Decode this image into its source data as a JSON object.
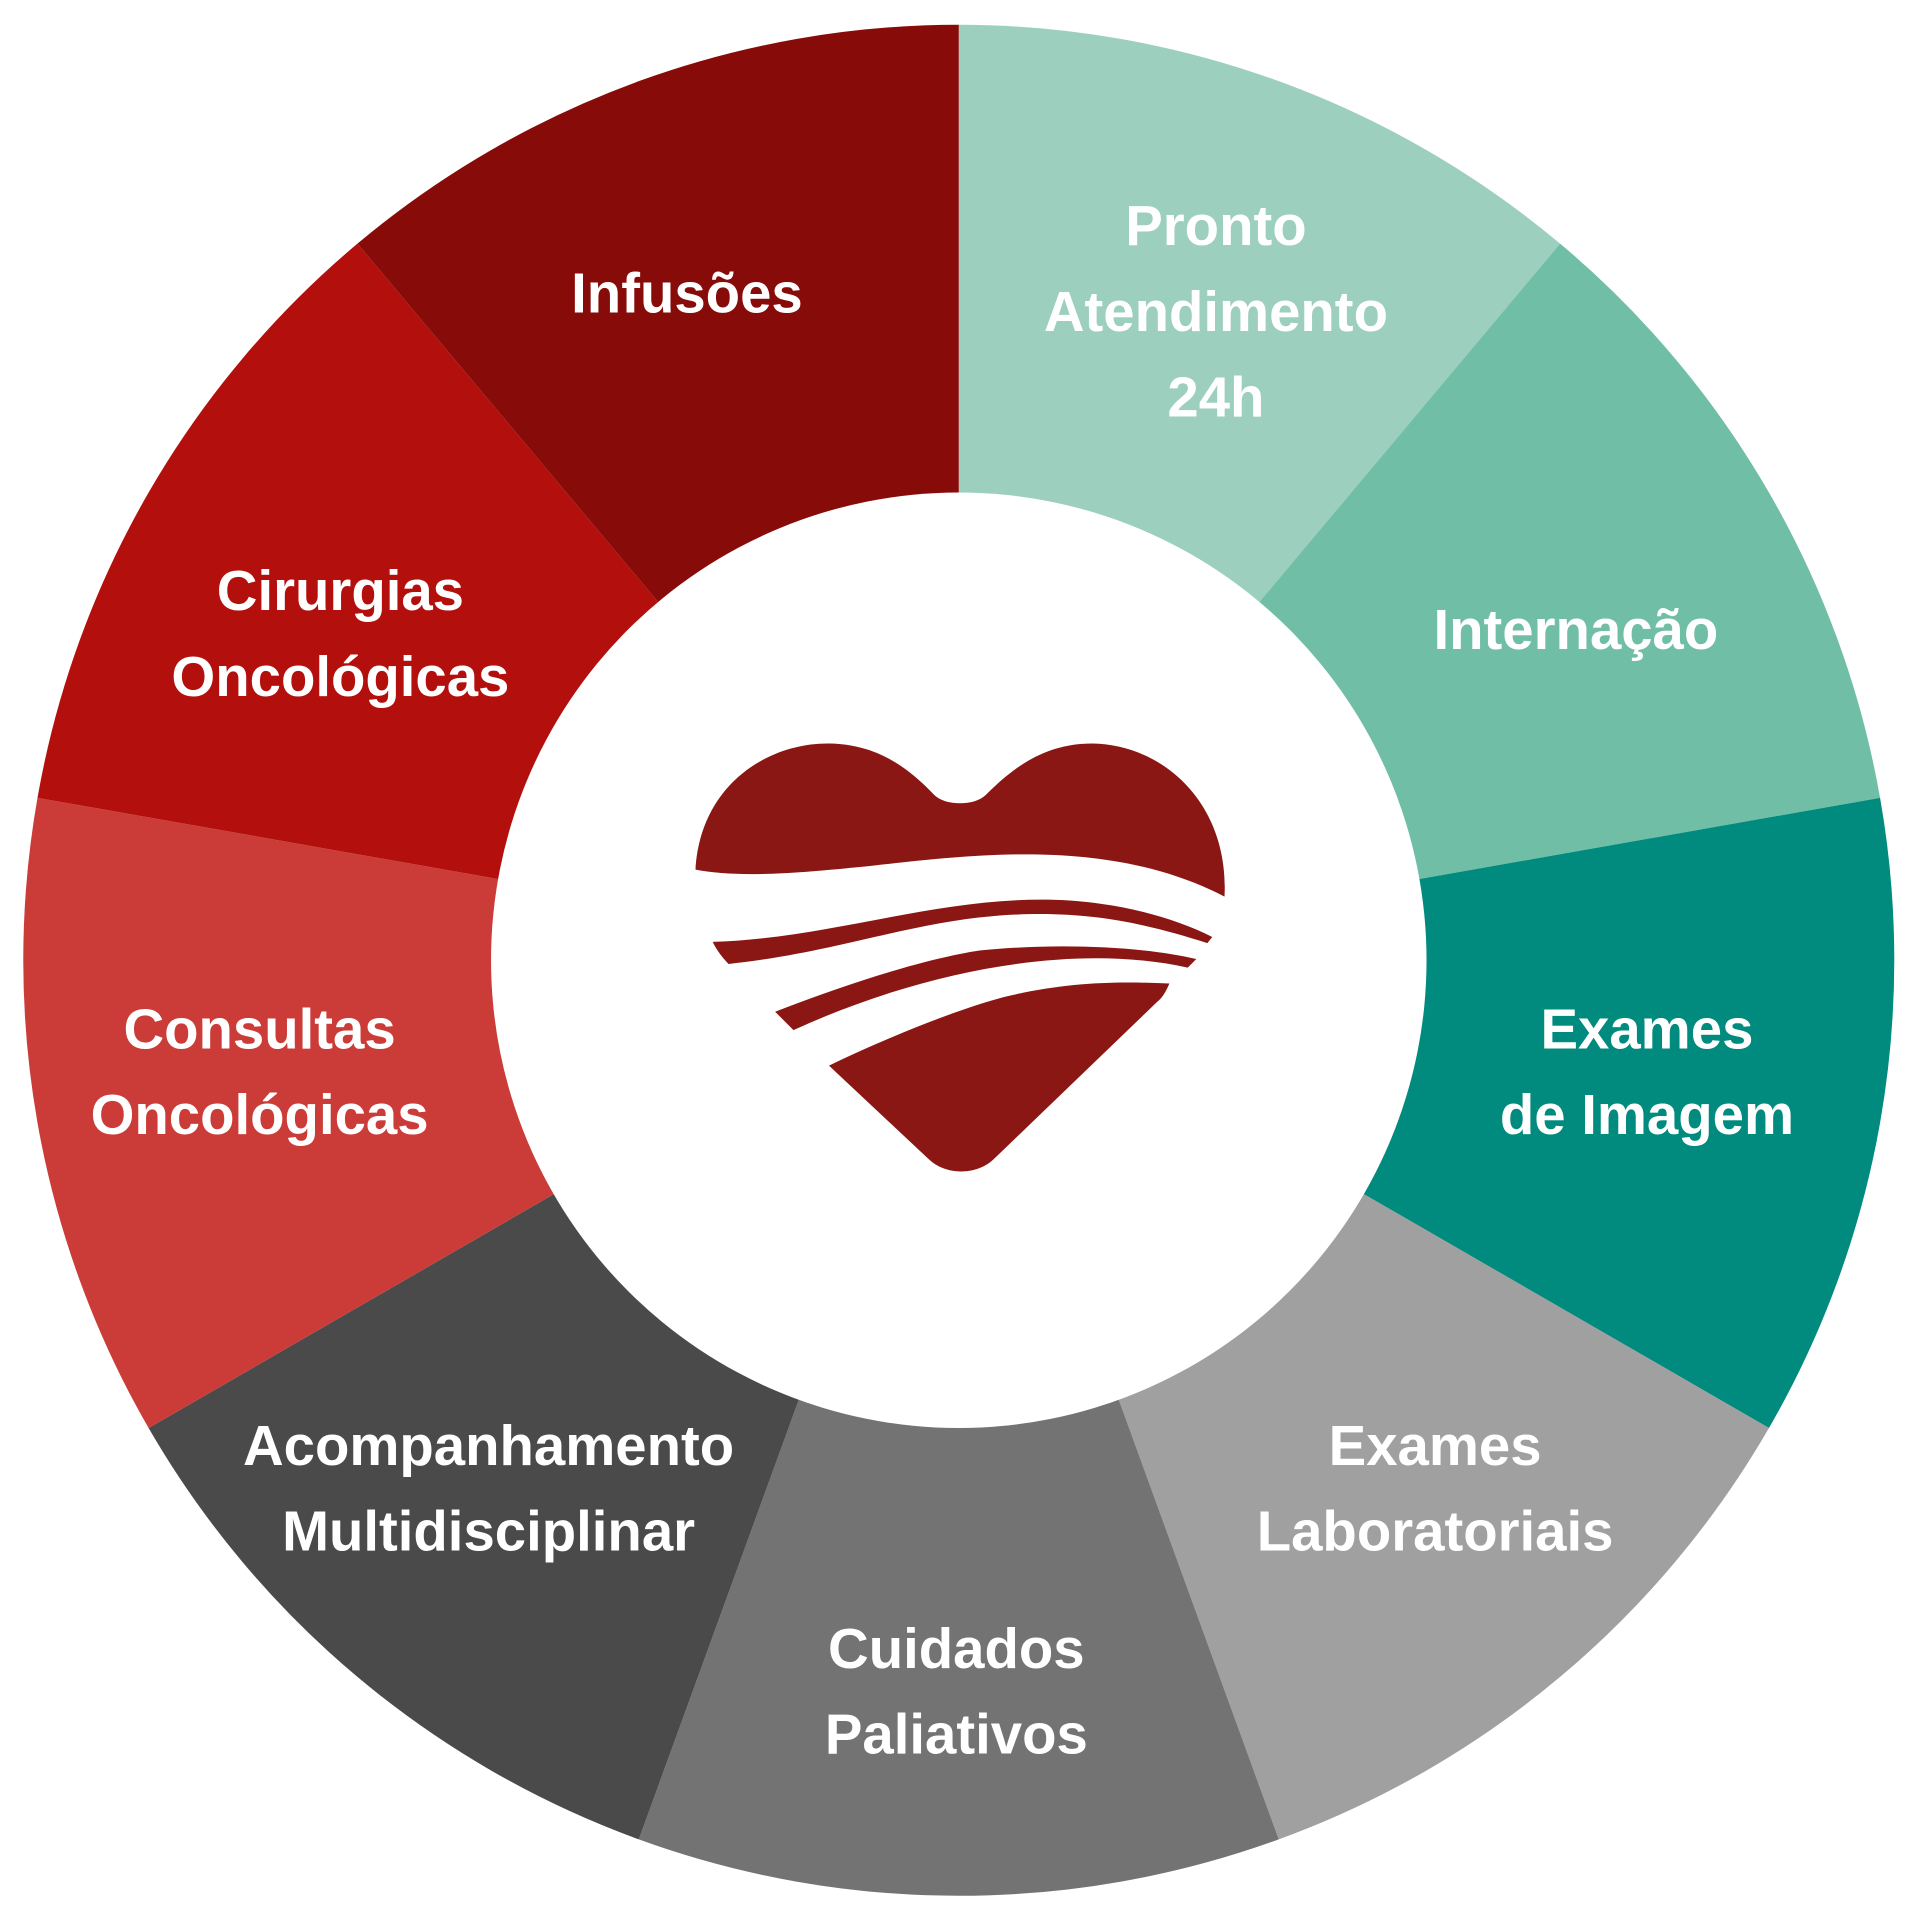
{
  "diagram": {
    "segments": [
      {
        "lines": [
          "Pronto",
          "Atendimento",
          "24h"
        ],
        "color": "#9ccfbd"
      },
      {
        "lines": [
          "Internação"
        ],
        "color": "#70bea5"
      },
      {
        "lines": [
          "Exames",
          "de Imagem"
        ],
        "color": "#008b7e"
      },
      {
        "lines": [
          "Exames",
          "Laboratoriais"
        ],
        "color": "#a0a0a0"
      },
      {
        "lines": [
          "Cuidados",
          "Paliativos"
        ],
        "color": "#737373"
      },
      {
        "lines": [
          "Acompanhamento",
          "Multidisciplinar"
        ],
        "color": "#4a4a4a"
      },
      {
        "lines": [
          "Consultas",
          "Oncológicas"
        ],
        "color": "#cb3c38"
      },
      {
        "lines": [
          "Cirurgias",
          "Oncológicas"
        ],
        "color": "#b3100d"
      },
      {
        "lines": [
          "Infusões"
        ],
        "color": "#870b09"
      }
    ],
    "center_icon": "heart-icon",
    "icon_color": "#8b1714"
  }
}
